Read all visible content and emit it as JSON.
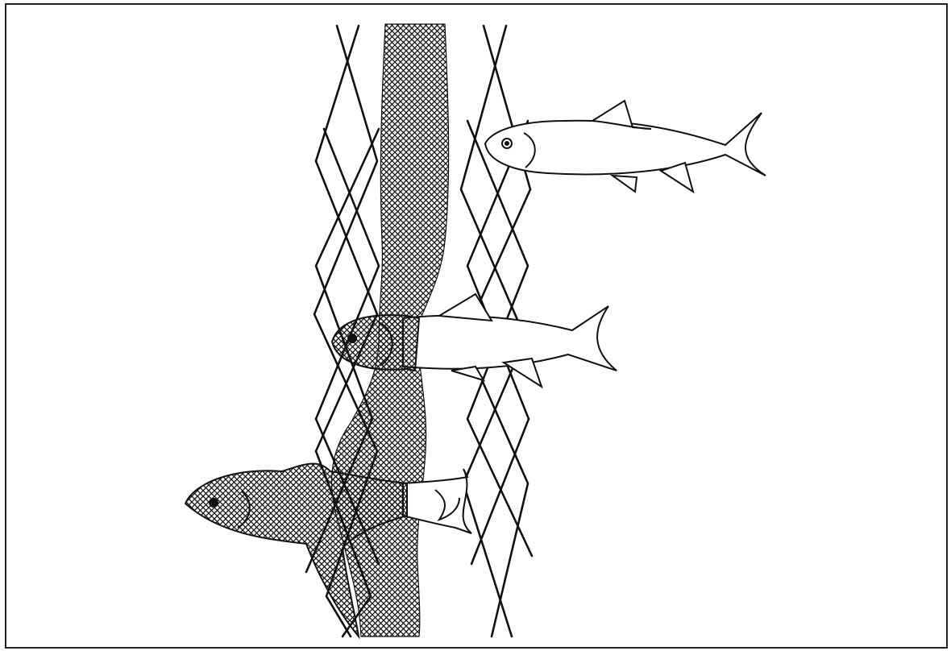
{
  "figure": {
    "caption": ""
  },
  "colors": {
    "ink": "#111111",
    "paper": "#ffffff",
    "frame": "#222222"
  },
  "elements": {
    "mesh_strands": 2,
    "fish_count": 3,
    "fish_states": [
      "approaching",
      "partially-entangled",
      "fully-entangled"
    ]
  }
}
